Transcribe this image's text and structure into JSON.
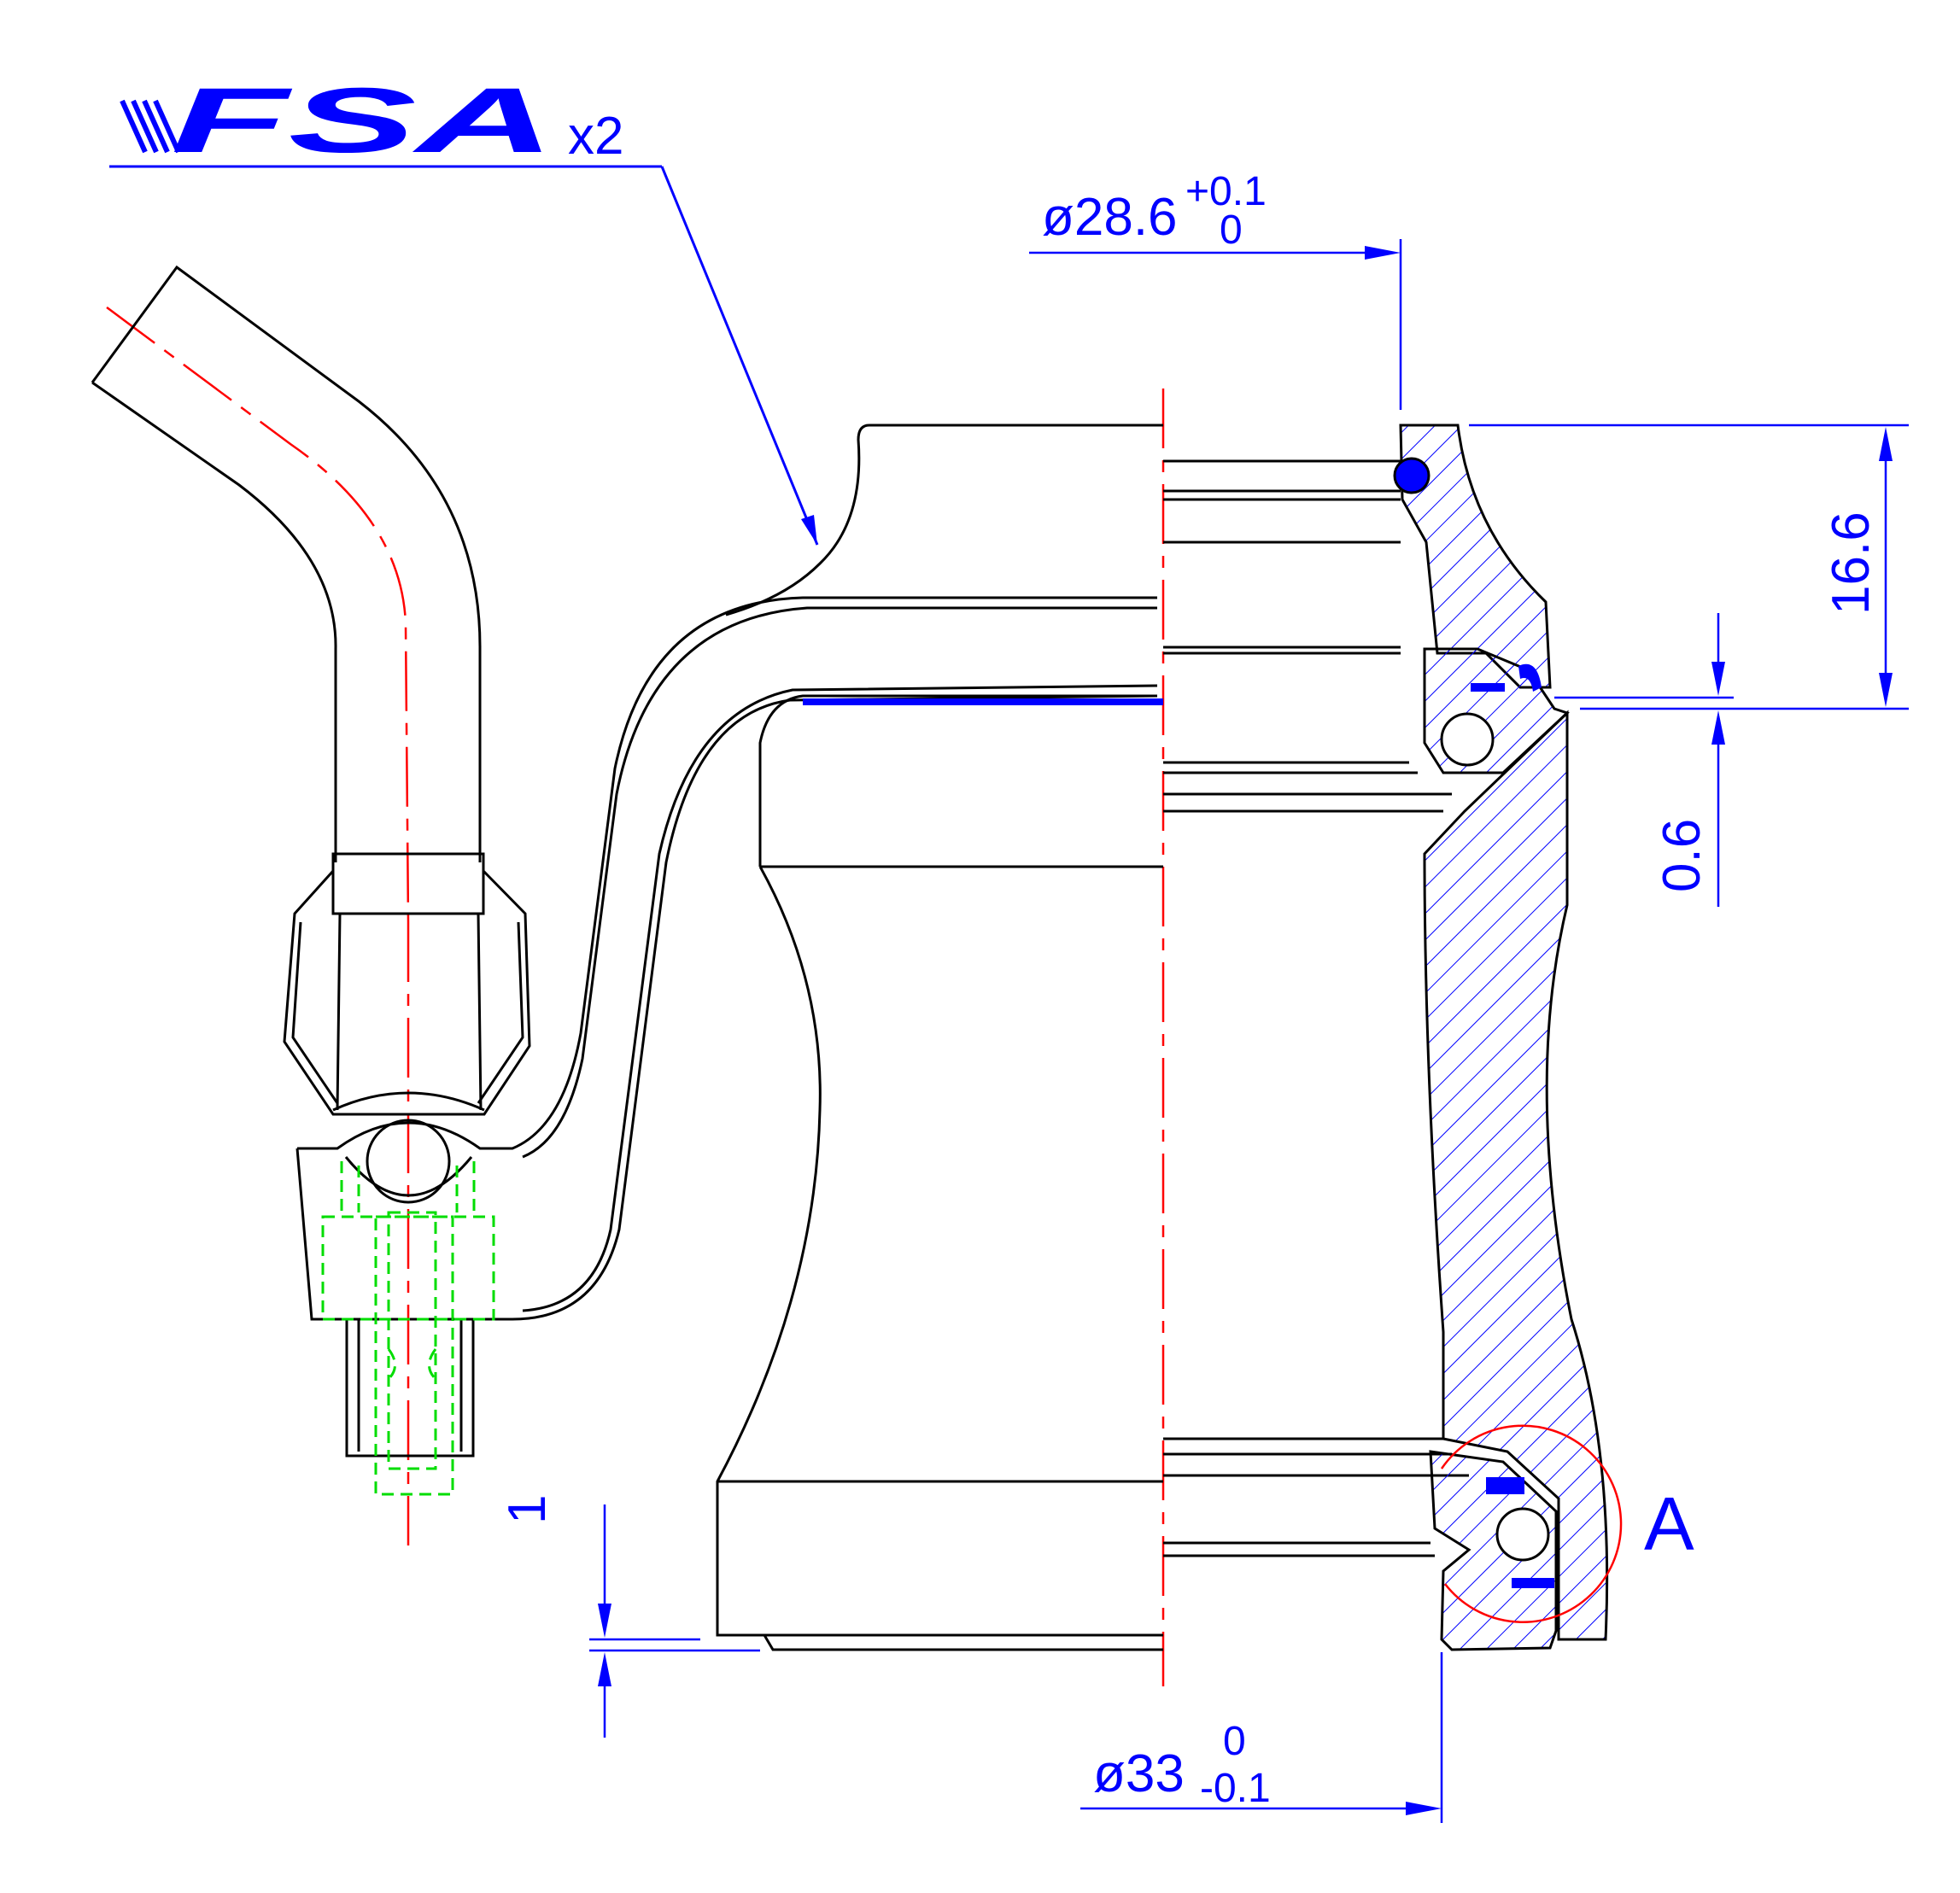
{
  "logo": {
    "text": "FSA",
    "quantity": "x2"
  },
  "dimensions": {
    "inner_diameter": {
      "base": "ø28.6",
      "upper": "+0.1",
      "lower": "0"
    },
    "outer_diameter": {
      "base": "ø33",
      "upper": "0",
      "lower": "-0.1"
    },
    "height": "16.6",
    "gap": "0.6",
    "offset": "1"
  },
  "detail_label": "A",
  "colors": {
    "outline": "#000000",
    "dimension": "#0000ff",
    "centerline": "#ff0000",
    "hidden": "#00dd00",
    "hatch": "#0000ff"
  }
}
